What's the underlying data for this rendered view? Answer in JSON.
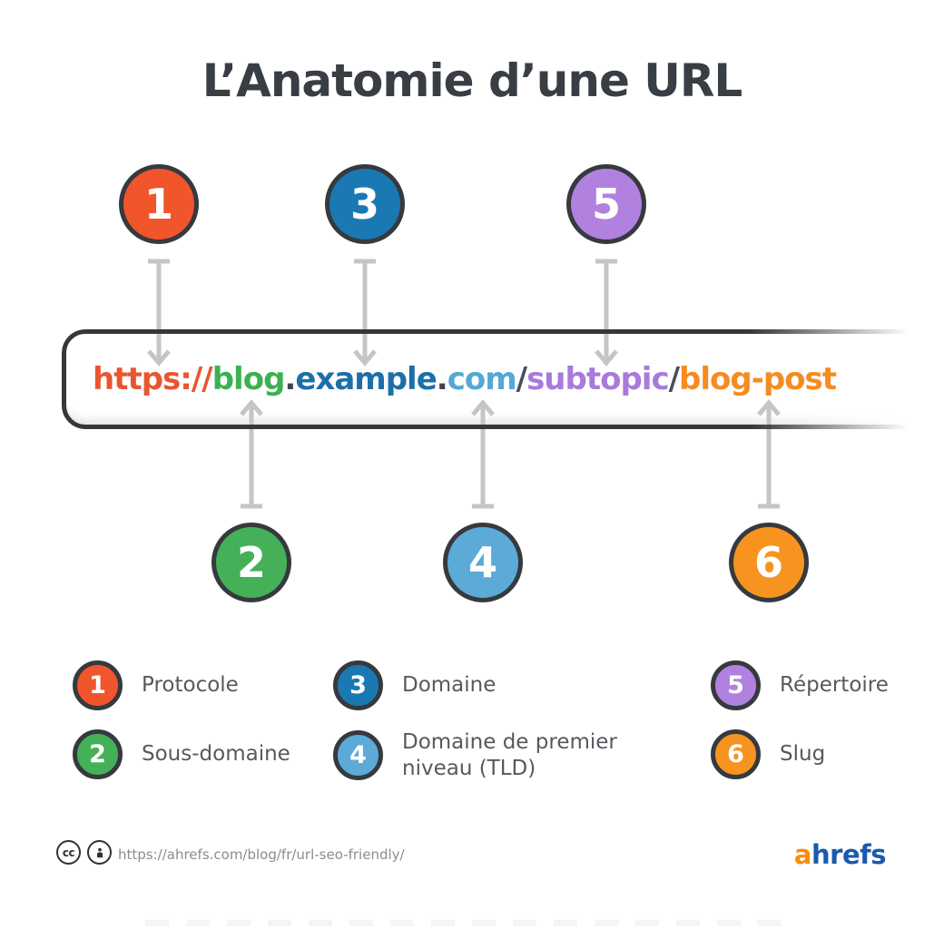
{
  "title": "L’Anatomie d’une URL",
  "url_bar": {
    "segments": [
      {
        "text": "https://",
        "color": "#e8562e"
      },
      {
        "text": "blog",
        "color": "#3cb14f"
      },
      {
        "text": ".",
        "color": "#3f4450"
      },
      {
        "text": "example",
        "color": "#1d6fa8"
      },
      {
        "text": ".",
        "color": "#3f4450"
      },
      {
        "text": "com",
        "color": "#55a8d6"
      },
      {
        "text": "/",
        "color": "#4a4e57"
      },
      {
        "text": "subtopic",
        "color": "#a87adc"
      },
      {
        "text": "/",
        "color": "#4a4e57"
      },
      {
        "text": "blog-post",
        "color": "#f68b21"
      }
    ]
  },
  "markers": [
    {
      "number": "1",
      "color": "#f0552b"
    },
    {
      "number": "2",
      "color": "#44b159"
    },
    {
      "number": "3",
      "color": "#1a79b2"
    },
    {
      "number": "4",
      "color": "#5baad8"
    },
    {
      "number": "5",
      "color": "#b181e0"
    },
    {
      "number": "6",
      "color": "#f6941f"
    }
  ],
  "legend": [
    {
      "number": "1",
      "color": "#f0552b",
      "label": "Protocole"
    },
    {
      "number": "2",
      "color": "#44b159",
      "label": "Sous-domaine"
    },
    {
      "number": "3",
      "color": "#1a79b2",
      "label": "Domaine"
    },
    {
      "number": "4",
      "color": "#5baad8",
      "label": "Domaine de premier niveau (TLD)"
    },
    {
      "number": "5",
      "color": "#b181e0",
      "label": "Répertoire"
    },
    {
      "number": "6",
      "color": "#f6941f",
      "label": "Slug"
    }
  ],
  "footer": {
    "cc_label": "cc",
    "source_url": "https://ahrefs.com/blog/fr/url-seo-friendly/",
    "logo": {
      "prefix": "a",
      "prefix_color": "#fe8c00",
      "suffix": "hrefs",
      "suffix_color": "#1b59ad"
    }
  },
  "arrow_color": "#c5c5c6"
}
